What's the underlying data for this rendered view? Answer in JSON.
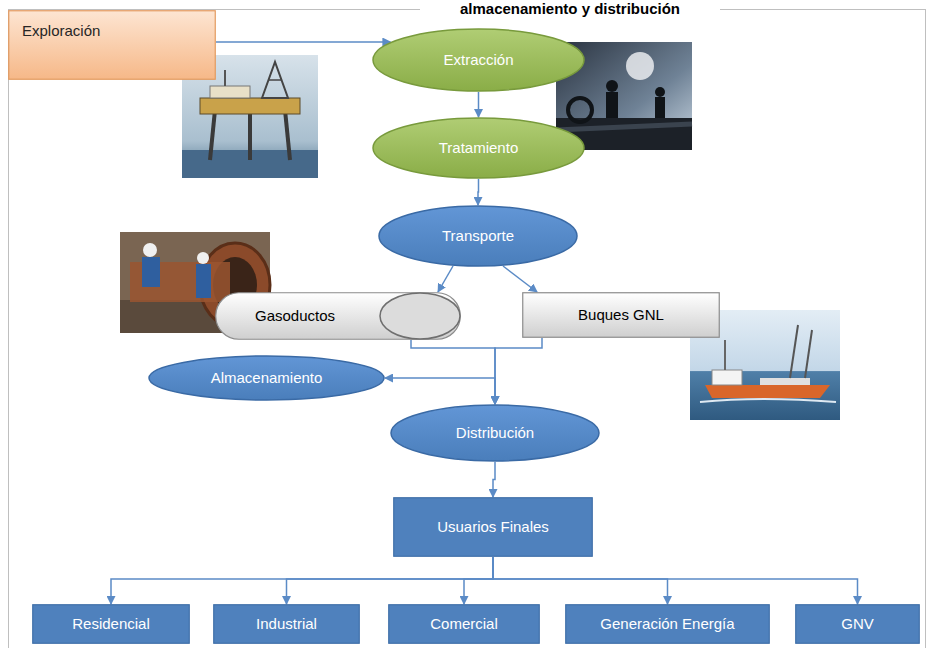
{
  "diagram": {
    "title": "almacenamiento y distribución",
    "nodes": [
      {
        "text": [
          "Exploración"
        ]
      },
      {
        "text": [
          "Extracción"
        ]
      },
      {
        "text": [
          "Tratamiento"
        ]
      },
      {
        "text": [
          "Transporte"
        ]
      },
      {
        "text": [
          "Gasoductos"
        ]
      },
      {
        "text": [
          "Buques GNL"
        ]
      },
      {
        "text": [
          "Almacenamiento"
        ]
      },
      {
        "text": [
          "Distribución"
        ]
      },
      {
        "text": [
          "Usuarios Finales"
        ]
      },
      {
        "text": [
          "Residencial"
        ]
      },
      {
        "text": [
          "Industrial"
        ]
      },
      {
        "text": [
          "Comercial"
        ]
      },
      {
        "text": [
          "Generación Energía"
        ]
      },
      {
        "text": [
          "GNV"
        ]
      }
    ],
    "edges": [
      {
        "from": 0,
        "to": 1,
        "arrow": "to"
      },
      {
        "from": 1,
        "to": 2,
        "arrow": "to"
      },
      {
        "from": 2,
        "to": 3,
        "arrow": "to"
      },
      {
        "from": 3,
        "to": 4,
        "arrow": "to"
      },
      {
        "from": 3,
        "to": 5,
        "arrow": "to"
      },
      {
        "from": 4,
        "to": 7,
        "arrow": "to"
      },
      {
        "from": 5,
        "to": 7,
        "arrow": "to"
      },
      {
        "from": 6,
        "to": 7,
        "arrow": "both"
      },
      {
        "from": 7,
        "to": 8,
        "arrow": "to"
      },
      {
        "from": 8,
        "to": 9,
        "arrow": "to"
      },
      {
        "from": 8,
        "to": 10,
        "arrow": "to"
      },
      {
        "from": 8,
        "to": 11,
        "arrow": "to"
      },
      {
        "from": 8,
        "to": 12,
        "arrow": "to"
      },
      {
        "from": 8,
        "to": 13,
        "arrow": "to"
      }
    ]
  }
}
